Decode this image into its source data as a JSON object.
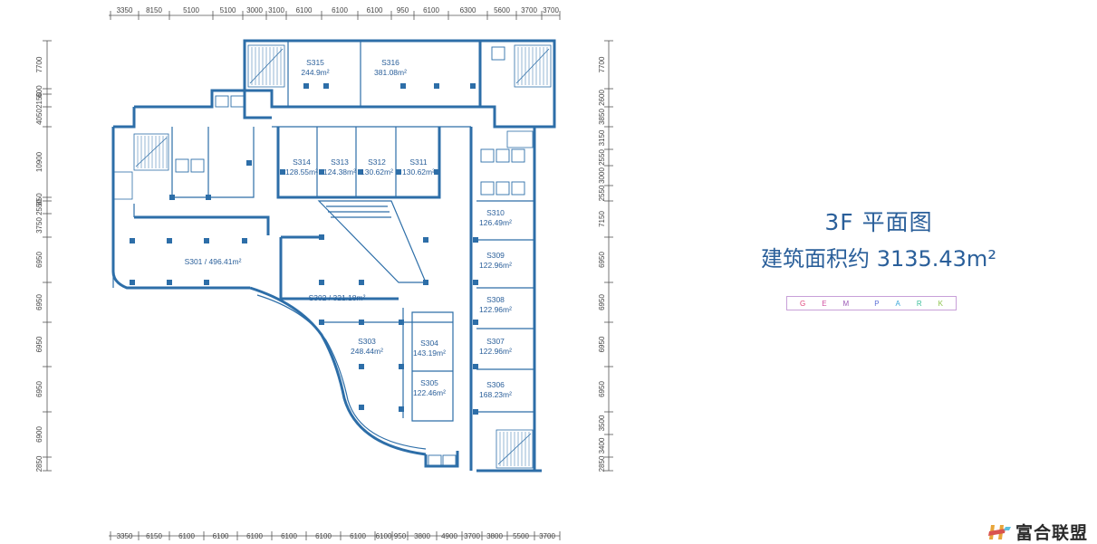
{
  "title": "3F 平面图",
  "area": {
    "label": "建筑面积约",
    "value": "3135.43m²"
  },
  "brand_letters": [
    {
      "ch": "G",
      "color": "#e0457b"
    },
    {
      "ch": "E",
      "color": "#d14fa0"
    },
    {
      "ch": "M",
      "color": "#9b59b6"
    },
    {
      "ch": "P",
      "color": "#5b6fd6"
    },
    {
      "ch": "A",
      "color": "#3aa6d9"
    },
    {
      "ch": "R",
      "color": "#3cbf9a"
    },
    {
      "ch": "K",
      "color": "#8bc34a"
    }
  ],
  "logo_text": "富合联盟",
  "colors": {
    "plan": "#2d6ea8",
    "label": "#2a5f9a"
  },
  "top_dims": [
    "3350",
    "8150",
    "5100",
    "5100",
    "3000",
    "3100",
    "6100",
    "6100",
    "6100",
    "950",
    "6100",
    "6300",
    "5600",
    "3700",
    "3700"
  ],
  "bottom_dims": [
    "3350",
    "6150",
    "6100",
    "6100",
    "6100",
    "6100",
    "6100",
    "6100",
    "6100",
    "950",
    "3800",
    "4900",
    "3700",
    "3800",
    "5500",
    "3700"
  ],
  "left_dims": [
    "7700",
    "600",
    "2150",
    "4050",
    "10900",
    "850",
    "2550",
    "3750",
    "6950",
    "6950",
    "6950",
    "6950",
    "6900",
    "2850"
  ],
  "right_dims": [
    "7700",
    "2600",
    "3850",
    "3150",
    "2550",
    "3000",
    "2550",
    "7150",
    "6950",
    "6950",
    "6950",
    "6950",
    "3500",
    "3400",
    "2850"
  ],
  "units": [
    {
      "id": "S315",
      "area": "244.9m²"
    },
    {
      "id": "S316",
      "area": "381.08m²"
    },
    {
      "id": "S314",
      "area": "128.55m²"
    },
    {
      "id": "S313",
      "area": "124.38m²"
    },
    {
      "id": "S312",
      "area": "130.62m²"
    },
    {
      "id": "S311",
      "area": "130.62m²"
    },
    {
      "id": "S310",
      "area": "126.49m²"
    },
    {
      "id": "S309",
      "area": "122.96m²"
    },
    {
      "id": "S308",
      "area": "122.96m²"
    },
    {
      "id": "S307",
      "area": "122.96m²"
    },
    {
      "id": "S306",
      "area": "168.23m²"
    },
    {
      "id": "S301 / 496.41m²",
      "area": ""
    },
    {
      "id": "S302 / 321.18m²",
      "area": ""
    },
    {
      "id": "S303",
      "area": "248.44m²"
    },
    {
      "id": "S304",
      "area": "143.19m²"
    },
    {
      "id": "S305",
      "area": "122.46m²"
    }
  ]
}
